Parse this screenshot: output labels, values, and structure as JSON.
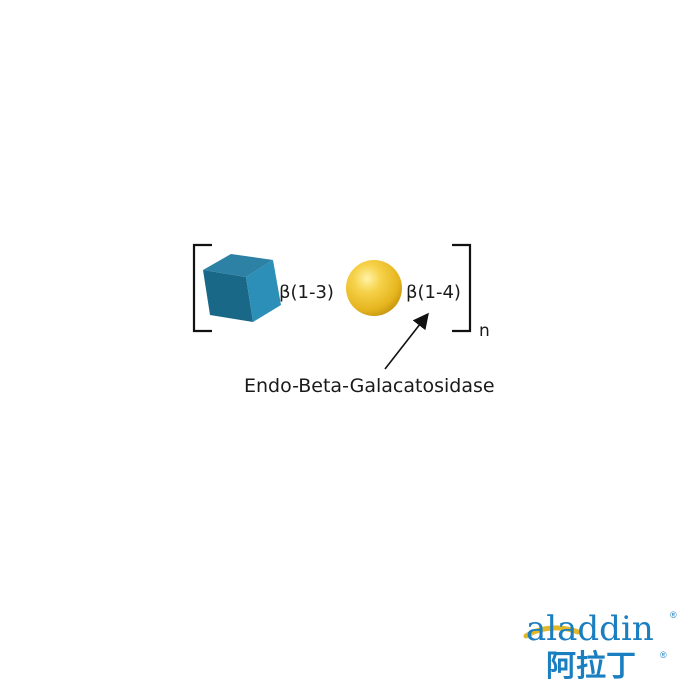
{
  "diagram": {
    "linkage_1": "β(1-3)",
    "linkage_2": "β(1-4)",
    "repeat_subscript": "n",
    "enzyme_label": "Endo-Beta-Galacatosidase"
  },
  "colors": {
    "cube_top": "#1f6f8f",
    "cube_front": "#1a6888",
    "cube_side": "#2a8ab0",
    "sphere_light": "#fbe77a",
    "sphere_mid": "#f2c531",
    "sphere_dark": "#c89a10",
    "brand_blue": "#1a7fc1",
    "brand_gold": "#e0b82a"
  },
  "logo": {
    "latin": "aladdin",
    "chinese": "阿拉丁",
    "registered_mark": "®"
  }
}
